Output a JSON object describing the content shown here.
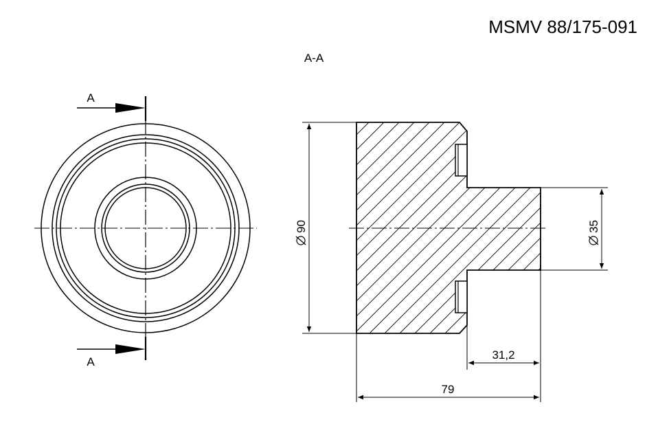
{
  "title": "MSMV 88/175-091",
  "section_label": "A-A",
  "cut_marker_top": "A",
  "cut_marker_bottom": "A",
  "dimensions": {
    "outer_diameter": "90",
    "shaft_diameter": "35",
    "shaft_length": "31,2",
    "overall_length": "79"
  },
  "icons": {
    "diameter_symbol": "diameter-symbol-icon",
    "arrow": "section-arrow-icon"
  },
  "colors": {
    "line": "#000000",
    "background": "#ffffff"
  }
}
